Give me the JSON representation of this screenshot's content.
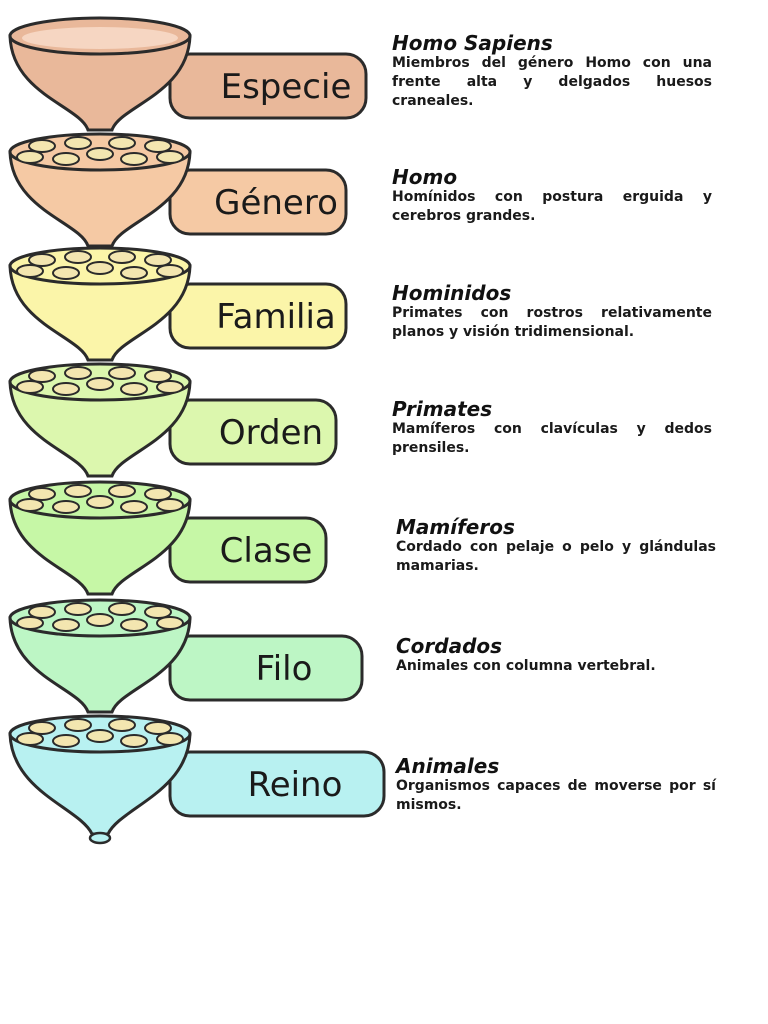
{
  "levels": [
    {
      "rank": "Especie",
      "title": "Homo Sapiens",
      "description": "Miembros del género Homo con una frente alta y delgados huesos craneales.",
      "color": "#e9b89a"
    },
    {
      "rank": "Género",
      "title": "Homo",
      "description": "Homínidos con postura erguida y cerebros grandes.",
      "color": "#f5c9a4"
    },
    {
      "rank": "Familia",
      "title": "Hominidos",
      "description": "Primates con rostros relativamente planos y visión tridimensional.",
      "color": "#fbf5a9"
    },
    {
      "rank": "Orden",
      "title": "Primates",
      "description": "Mamíferos con clavículas y dedos prensiles.",
      "color": "#dcf7ae"
    },
    {
      "rank": "Clase",
      "title": "Mamíferos",
      "description": "Cordado con pelaje o pelo y glándulas mamarias.",
      "color": "#c6f7a6"
    },
    {
      "rank": "Filo",
      "title": "Cordados",
      "description": "Animales con columna vertebral.",
      "color": "#bdf6c5"
    },
    {
      "rank": "Reino",
      "title": "Animales",
      "description": "Organismos capaces de moverse por sí mismos.",
      "color": "#b8f1f1"
    }
  ],
  "colors": {
    "outline": "#2b2b2b",
    "hole": "#f3e6b0"
  }
}
